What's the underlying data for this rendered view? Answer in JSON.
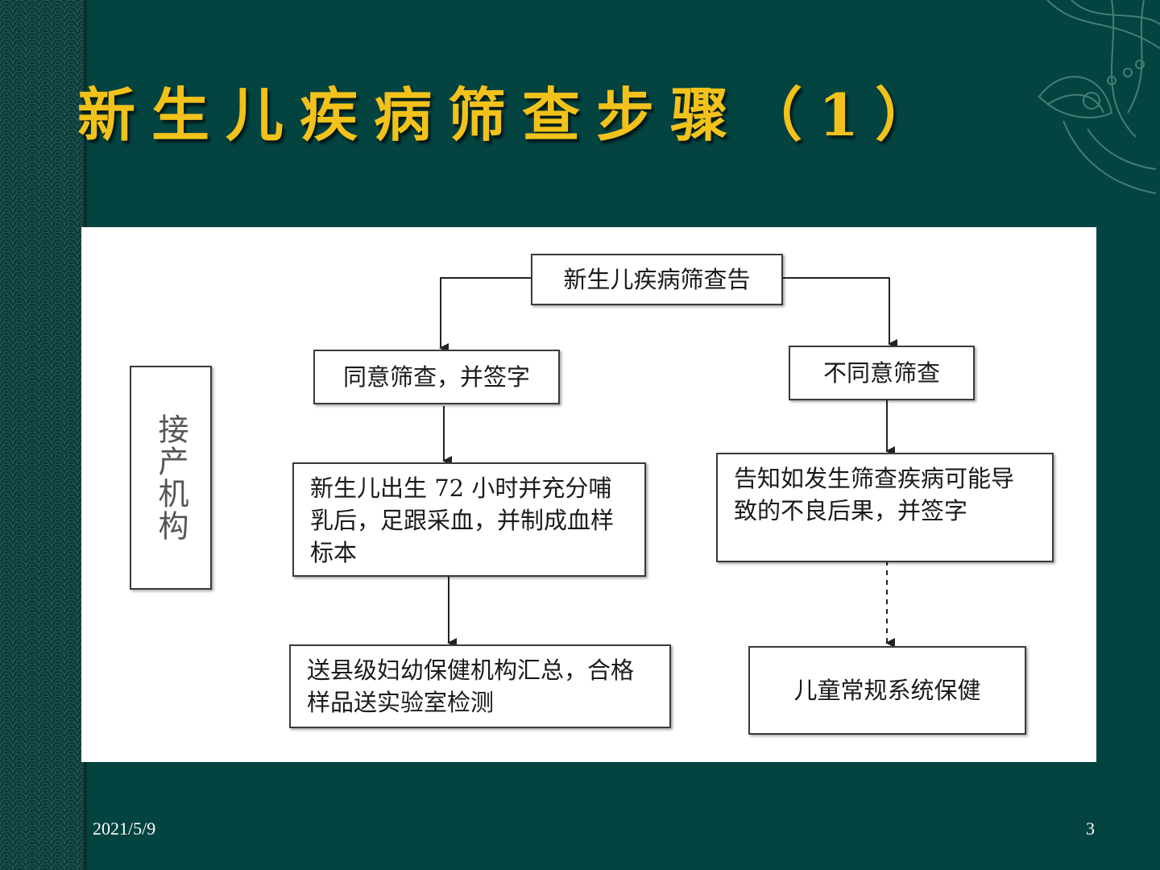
{
  "slide": {
    "title": "新生儿疾病筛查步骤（1）",
    "date": "2021/5/9",
    "page_number": "3"
  },
  "flowchart": {
    "side_label": "接产机构",
    "notice": "新生儿疾病筛查告",
    "agree": "同意筛查，并签字",
    "disagree": "不同意筛查",
    "sampling": "新生儿出生 72 小时并充分哺乳后，足跟采血，并制成血样标本",
    "send": "送县级妇幼保健机构汇总，合格样品送实验室检测",
    "inform": "告知如发生筛查疾病可能导致的不良后果，并签字",
    "routine": "儿童常规系统保健"
  },
  "colors": {
    "background": "#034441",
    "title": "#f2c21b",
    "box_border": "#3a3a3a"
  }
}
